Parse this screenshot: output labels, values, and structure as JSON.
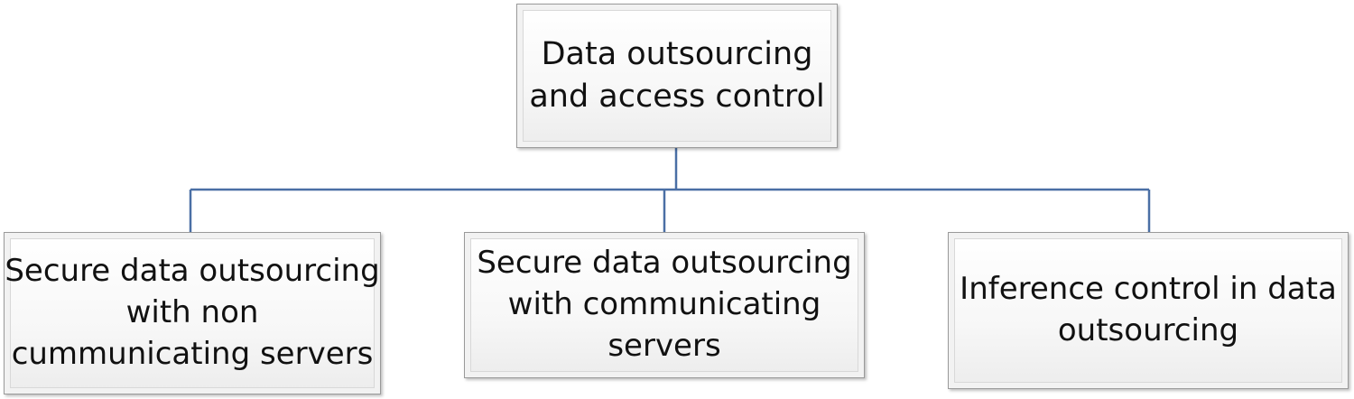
{
  "diagram": {
    "root": {
      "label": "Data outsourcing and access control"
    },
    "children": [
      {
        "label": "Secure data outsourcing with non cummunicating servers"
      },
      {
        "label": "Secure data outsourcing with communicating servers"
      },
      {
        "label": "Inference control in data outsourcing"
      }
    ],
    "connector_color": "#4a6fa5"
  }
}
